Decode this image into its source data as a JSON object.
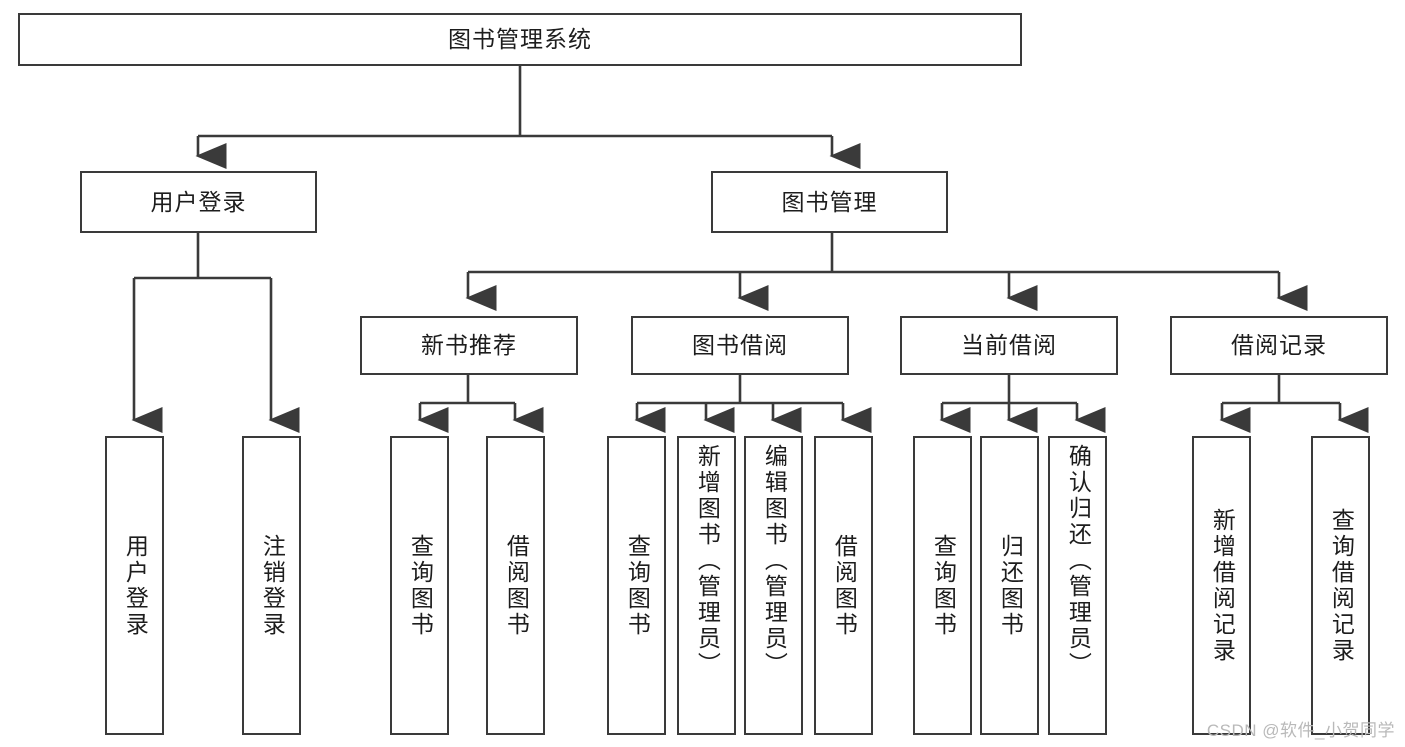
{
  "diagram": {
    "title": "图书管理系统",
    "watermark": "CSDN @软件_小贺同学",
    "colors": {
      "box_border": "#3a3a3a",
      "box_fill": "#ffffff",
      "connector": "#3a3a3a",
      "text": "#1d1d1d",
      "watermark": "#b9b9b9",
      "background": "#ffffff"
    },
    "nodes": {
      "root": {
        "label": "图书管理系统"
      },
      "level2": [
        {
          "id": "user-login",
          "label": "用户登录"
        },
        {
          "id": "book-management",
          "label": "图书管理"
        }
      ],
      "level3": [
        {
          "id": "new-book-recommend",
          "label": "新书推荐"
        },
        {
          "id": "book-borrow",
          "label": "图书借阅"
        },
        {
          "id": "current-borrow",
          "label": "当前借阅"
        },
        {
          "id": "borrow-record",
          "label": "借阅记录"
        }
      ],
      "leaves": [
        {
          "id": "leaf-user-login",
          "label": "用户登录"
        },
        {
          "id": "leaf-logout-login",
          "label": "注销登录"
        },
        {
          "id": "leaf-query-book-1",
          "label": "查询图书"
        },
        {
          "id": "leaf-borrow-book-1",
          "label": "借阅图书"
        },
        {
          "id": "leaf-query-book-2",
          "label": "查询图书"
        },
        {
          "id": "leaf-add-book-admin",
          "label": "新增图书（管理员）"
        },
        {
          "id": "leaf-edit-book-admin",
          "label": "编辑图书（管理员）"
        },
        {
          "id": "leaf-borrow-book-2",
          "label": "借阅图书"
        },
        {
          "id": "leaf-query-book-3",
          "label": "查询图书"
        },
        {
          "id": "leaf-return-book",
          "label": "归还图书"
        },
        {
          "id": "leaf-confirm-return-admin",
          "label": "确认归还（管理员）"
        },
        {
          "id": "leaf-add-borrow-record",
          "label": "新增借阅记录"
        },
        {
          "id": "leaf-query-borrow-record",
          "label": "查询借阅记录"
        }
      ]
    }
  }
}
